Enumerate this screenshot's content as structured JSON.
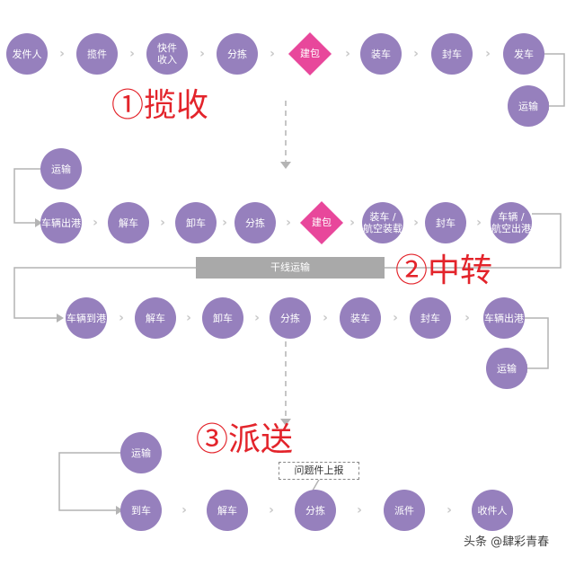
{
  "stages": {
    "collect_title": "①揽收",
    "transfer_title": "②中转",
    "delivery_title": "③派送"
  },
  "collect_row": [
    "发件人",
    "揽件",
    "快件\n收入",
    "分拣",
    "建包",
    "装车",
    "封车",
    "发车"
  ],
  "collect_transport": "运输",
  "transfer_transport_in": "运输",
  "transfer_row1": [
    "车辆出港",
    "解车",
    "卸车",
    "分拣",
    "建包",
    "装车 /\n航空装载",
    "封车",
    "车辆 /\n航空出港"
  ],
  "trunk_bar": "干线运输",
  "transfer_row2": [
    "车辆到港",
    "解车",
    "卸车",
    "分拣",
    "装车",
    "封车",
    "车辆出港"
  ],
  "transfer_transport_out": "运输",
  "delivery_transport": "运输",
  "issue_tag": "问题件上报",
  "delivery_row": [
    "到车",
    "解车",
    "分拣",
    "派件",
    "收件人"
  ],
  "watermark": "头条 @肆彩青春",
  "colors": {
    "node_fill": "#9680bd",
    "diamond_fill": "#e8479b",
    "title_red": "#e3242b",
    "bar_gray": "#a9a9a9",
    "connector_gray": "#b4b4b4"
  }
}
